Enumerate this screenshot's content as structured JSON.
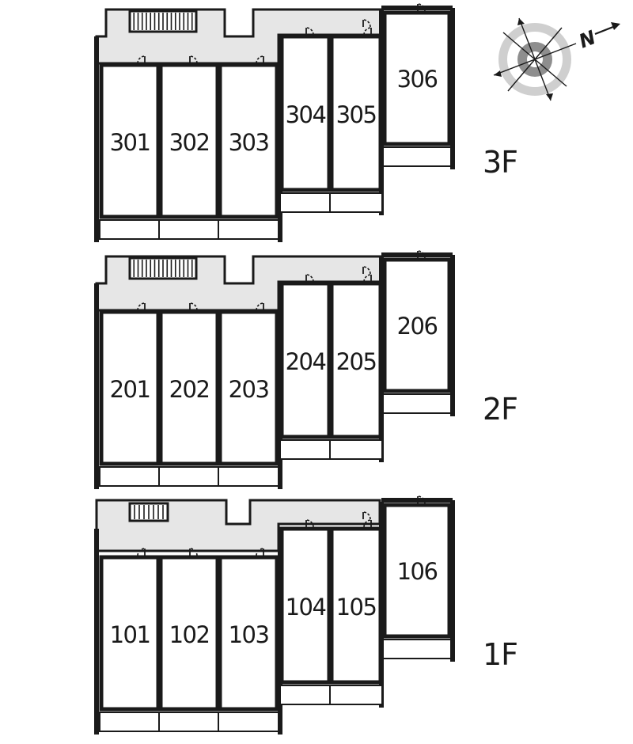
{
  "floors": [
    {
      "label": "3F",
      "stair_steps": 16,
      "rooms": [
        "301",
        "302",
        "303",
        "304",
        "305",
        "306"
      ]
    },
    {
      "label": "2F",
      "stair_steps": 16,
      "rooms": [
        "201",
        "202",
        "203",
        "204",
        "205",
        "206"
      ]
    },
    {
      "label": "1F",
      "stair_steps": 8,
      "rooms": [
        "101",
        "102",
        "103",
        "104",
        "105",
        "106"
      ]
    }
  ],
  "compass": {
    "label": "N",
    "icon": "compass-north-arrow-icon"
  }
}
